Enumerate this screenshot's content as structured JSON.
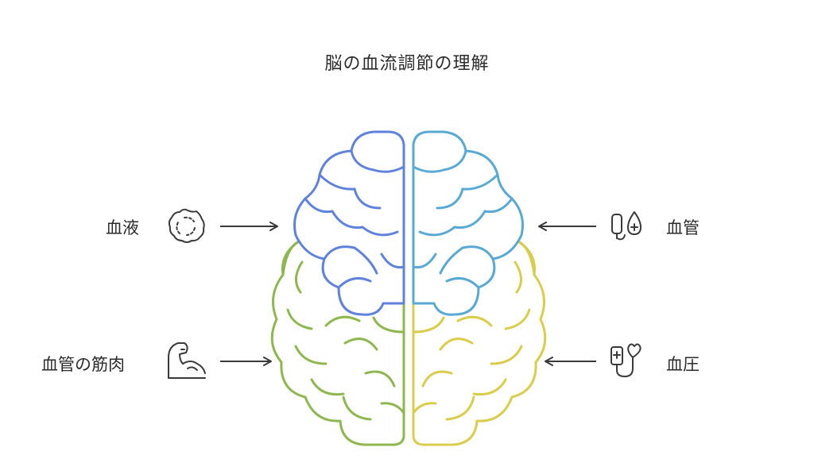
{
  "title": "脳の血流調節の理解",
  "factors": {
    "blood": {
      "label": "血液",
      "icon": "blood-cell-icon"
    },
    "vessel": {
      "label": "血管",
      "icon": "iv-drip-icon"
    },
    "muscle": {
      "label": "血管の筋肉",
      "icon": "flexed-arm-icon"
    },
    "pressure": {
      "label": "血圧",
      "icon": "blood-pressure-monitor-icon"
    }
  },
  "colors": {
    "left_upper": "#5f82dc",
    "right_upper": "#58a9d3",
    "left_lower": "#8eb84f",
    "right_lower": "#d9cd4b",
    "text": "#2b2b2b",
    "icon": "#3a3a3a"
  }
}
